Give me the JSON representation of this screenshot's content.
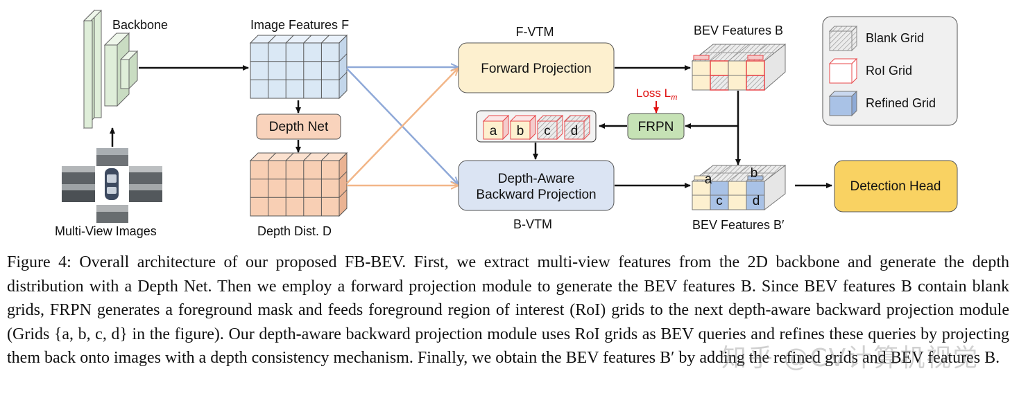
{
  "diagram": {
    "backbone_label": "Backbone",
    "multiview_label": "Multi-View Images",
    "image_features_label": "Image Features F",
    "depth_net_label": "Depth Net",
    "depth_dist_label": "Depth Dist. D",
    "fvtm_label": "F-VTM",
    "forward_projection_label": "Forward Projection",
    "bvtm_label": "B-VTM",
    "backward_projection_line1": "Depth-Aware",
    "backward_projection_line2": "Backward Projection",
    "bev_features_label": "BEV Features B",
    "bev_features_prime_label": "BEV Features B′",
    "frpn_label": "FRPN",
    "loss_label": "Loss L",
    "loss_sub": "m",
    "roi_cells": [
      "a",
      "b",
      "c",
      "d"
    ],
    "bev_prime_cells": [
      "a",
      "b",
      "c",
      "d"
    ],
    "detection_head_label": "Detection Head",
    "legend": {
      "blank": "Blank Grid",
      "roi": "RoI Grid",
      "refined": "Refined Grid"
    }
  },
  "caption": "Figure 4: Overall architecture of our proposed FB-BEV. First, we extract multi-view features from the 2D backbone and generate the depth distribution with a Depth Net. Then we employ a forward projection module to generate the BEV features B. Since BEV features B contain blank grids, FRPN generates a foreground mask and feeds foreground region of interest (RoI) grids to the next depth-aware backward projection module (Grids {a, b, c, d} in the figure). Our depth-aware backward projection module uses RoI grids as BEV queries and refines these queries by projecting them back onto images with a depth consistency mechanism. Finally, we obtain the BEV features B′ by adding the refined grids and BEV features B.",
  "watermark": "知乎 @CV计算机视觉",
  "colors": {
    "backbone": "#dfeed9",
    "image_features": "#dae8f5",
    "depth": "#f8cfb4",
    "depth_net": "#f9d3bc",
    "forward": "#fdf0cf",
    "backward": "#dbe4f3",
    "frpn": "#c6e2b5",
    "detection": "#f9d262",
    "roi_red": "#e8474a",
    "refined_blue": "#a9c2e6",
    "arrow_blue": "#8fa9d8",
    "arrow_orange": "#f2b688",
    "legend_bg": "#f0f0f0"
  }
}
